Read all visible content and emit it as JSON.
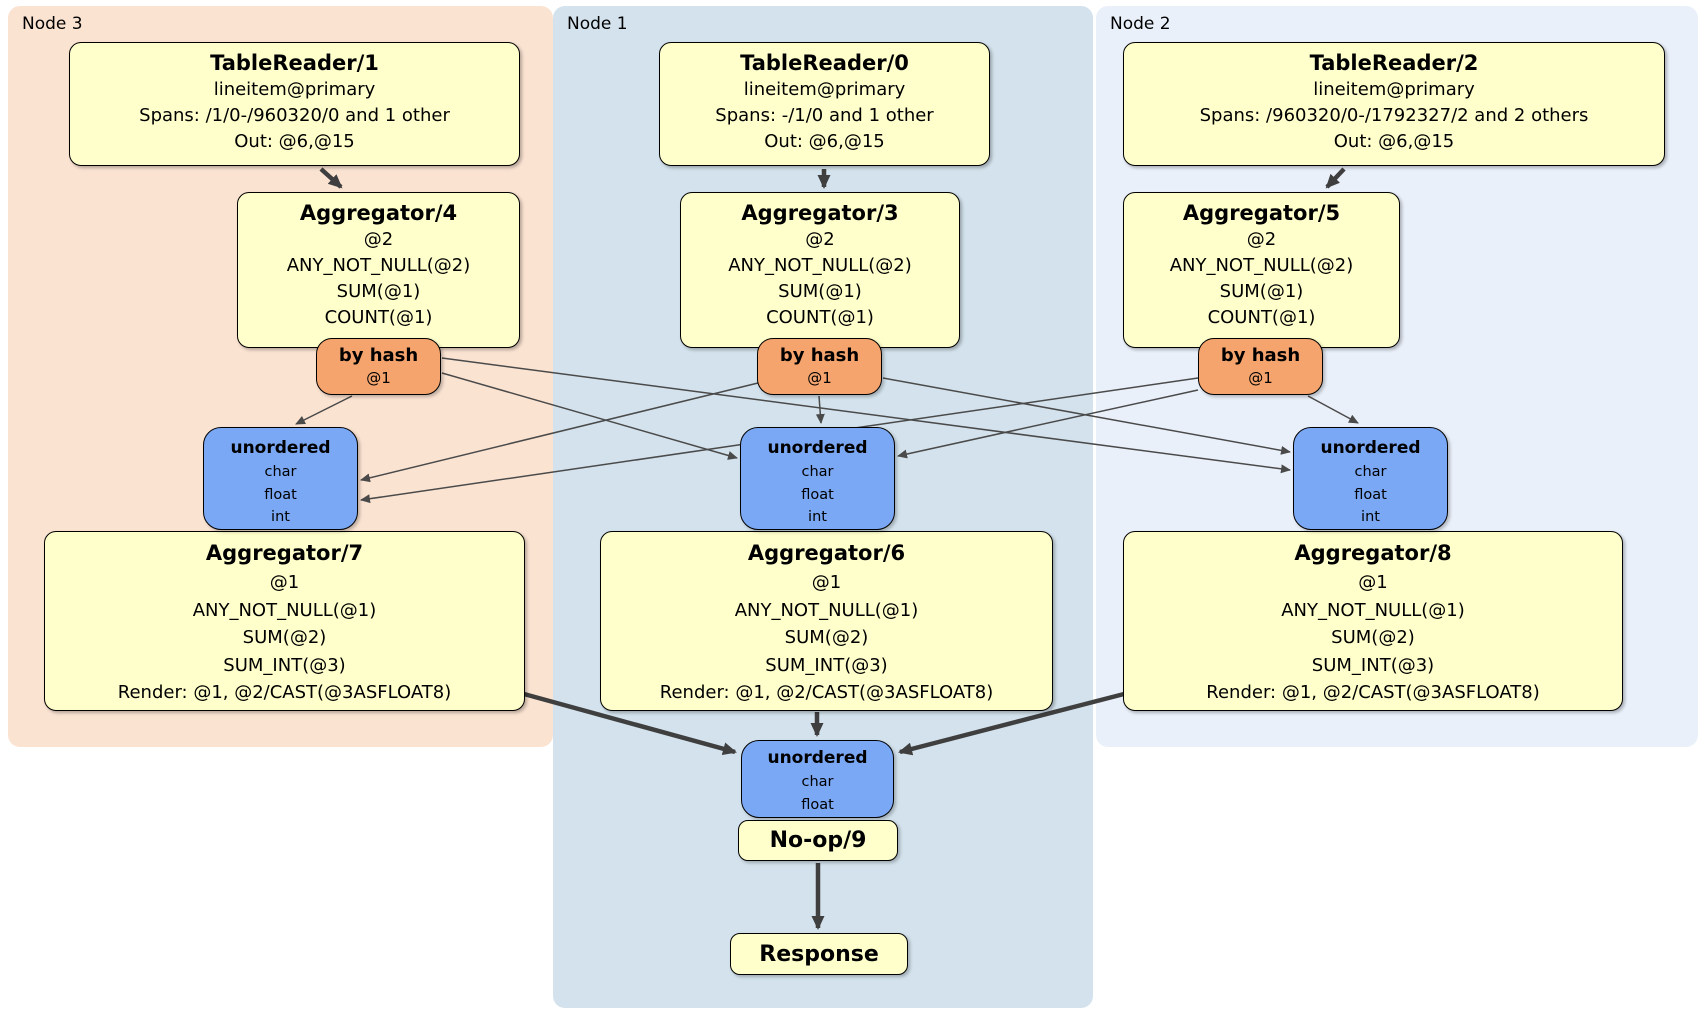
{
  "colors": {
    "processor_fill": "#FFFFCC",
    "processor_border": "#000000",
    "router_fill": "#F4A46C",
    "sync_fill": "#7AA8F5",
    "node3_bg": "#FBE3D2",
    "node1_bg": "#D3E2EC",
    "node2_bg": "#EAF0FA",
    "edge_color": "#4A4A4A",
    "thick_edge_color": "#3F3F3F"
  },
  "node3": {
    "label": "Node 3",
    "reader": {
      "title": "TableReader/1",
      "l1": "lineitem@primary",
      "l2": "Spans: /1/0-/960320/0 and 1 other",
      "l3": "Out: @6,@15"
    },
    "agg_top": {
      "title": "Aggregator/4",
      "l1": "@2",
      "l2": "ANY_NOT_NULL(@2)",
      "l3": "SUM(@1)",
      "l4": "COUNT(@1)"
    },
    "router": {
      "title": "by hash",
      "col": "@1"
    },
    "sync": {
      "title": "unordered",
      "i1": "char",
      "i2": "float",
      "i3": "int"
    },
    "agg_bottom": {
      "title": "Aggregator/7",
      "l1": "@1",
      "l2": "ANY_NOT_NULL(@1)",
      "l3": "SUM(@2)",
      "l4": "SUM_INT(@3)",
      "l5": "Render: @1, @2/CAST(@3ASFLOAT8)"
    }
  },
  "node1": {
    "label": "Node 1",
    "reader": {
      "title": "TableReader/0",
      "l1": "lineitem@primary",
      "l2": "Spans: -/1/0 and 1 other",
      "l3": "Out: @6,@15"
    },
    "agg_top": {
      "title": "Aggregator/3",
      "l1": "@2",
      "l2": "ANY_NOT_NULL(@2)",
      "l3": "SUM(@1)",
      "l4": "COUNT(@1)"
    },
    "router": {
      "title": "by hash",
      "col": "@1"
    },
    "sync": {
      "title": "unordered",
      "i1": "char",
      "i2": "float",
      "i3": "int"
    },
    "agg_bottom": {
      "title": "Aggregator/6",
      "l1": "@1",
      "l2": "ANY_NOT_NULL(@1)",
      "l3": "SUM(@2)",
      "l4": "SUM_INT(@3)",
      "l5": "Render: @1, @2/CAST(@3ASFLOAT8)"
    }
  },
  "node2": {
    "label": "Node 2",
    "reader": {
      "title": "TableReader/2",
      "l1": "lineitem@primary",
      "l2": "Spans: /960320/0-/1792327/2 and 2 others",
      "l3": "Out: @6,@15"
    },
    "agg_top": {
      "title": "Aggregator/5",
      "l1": "@2",
      "l2": "ANY_NOT_NULL(@2)",
      "l3": "SUM(@1)",
      "l4": "COUNT(@1)"
    },
    "router": {
      "title": "by hash",
      "col": "@1"
    },
    "sync": {
      "title": "unordered",
      "i1": "char",
      "i2": "float",
      "i3": "int"
    },
    "agg_bottom": {
      "title": "Aggregator/8",
      "l1": "@1",
      "l2": "ANY_NOT_NULL(@1)",
      "l3": "SUM(@2)",
      "l4": "SUM_INT(@3)",
      "l5": "Render: @1, @2/CAST(@3ASFLOAT8)"
    }
  },
  "final": {
    "sync": {
      "title": "unordered",
      "i1": "char",
      "i2": "float"
    },
    "noop_label": "No-op/9",
    "response_label": "Response"
  }
}
